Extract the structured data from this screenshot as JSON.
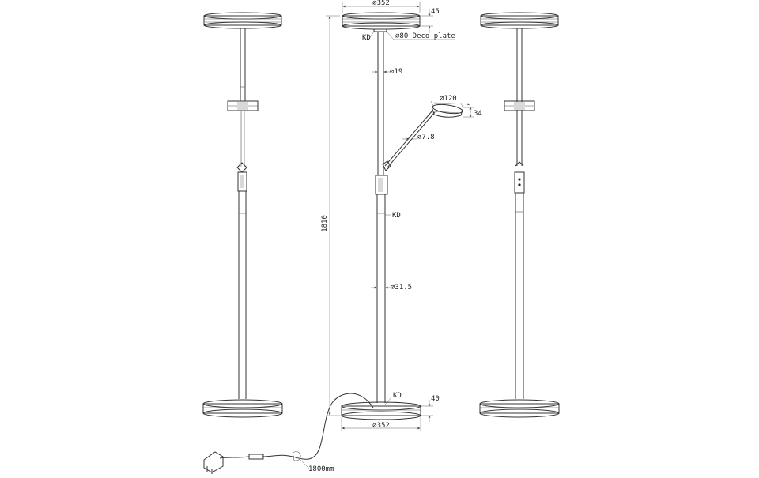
{
  "drawing": {
    "labels": {
      "top_diameter": "⌀352",
      "head_height": "45",
      "kd_top": "KD",
      "deco_plate": "⌀80 Deco plate",
      "stem_diameter": "⌀19",
      "reading_head_diameter": "⌀120",
      "reading_head_height": "34",
      "arm_diameter": "⌀7.8",
      "total_height": "1810",
      "kd_mid": "KD",
      "tube_diameter": "⌀31.5",
      "kd_base": "KD",
      "base_height": "40",
      "base_diameter": "⌀352",
      "cable_length": "1800mm"
    },
    "views": [
      "left-side-view",
      "front-view",
      "right-side-view"
    ],
    "line_color": "#333333"
  }
}
